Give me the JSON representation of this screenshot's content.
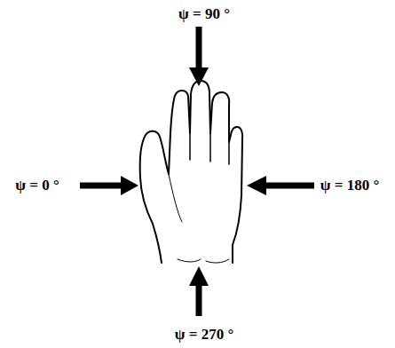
{
  "diagram": {
    "labels": [
      "ψ = 90 °",
      "ψ = 0 °",
      "ψ = 180 °",
      "ψ = 270 °"
    ]
  }
}
